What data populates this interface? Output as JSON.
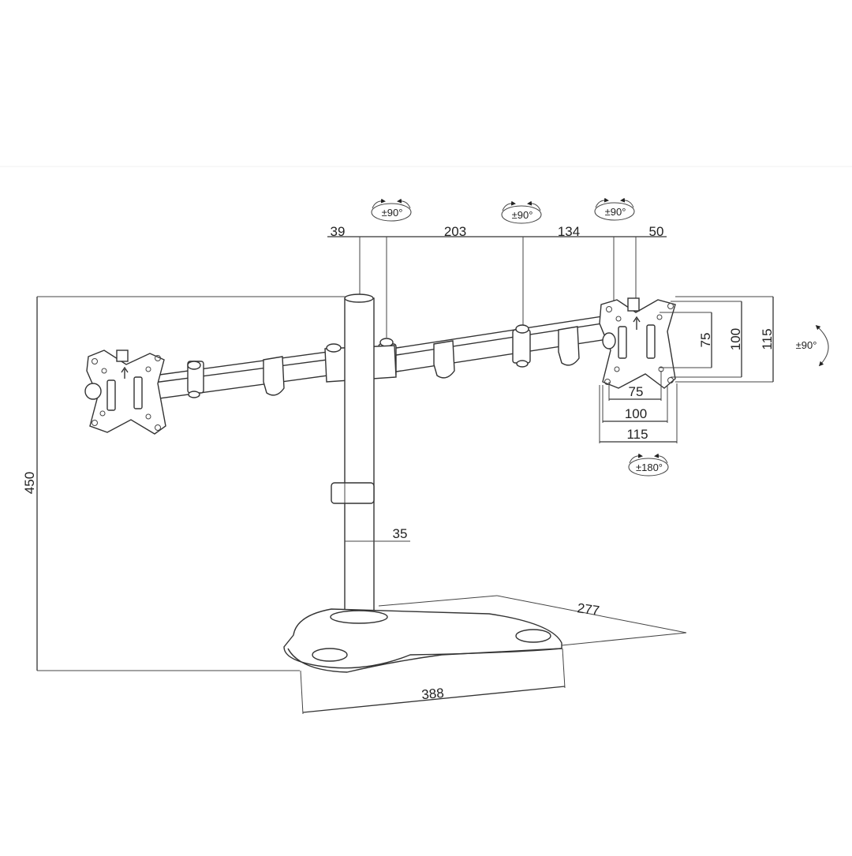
{
  "diagram": {
    "top_dimensions": {
      "d1": "39",
      "d2": "203",
      "d3": "134",
      "d4": "50"
    },
    "rotation_labels": {
      "joint_left": "±90°",
      "joint_middle": "±90°",
      "joint_right": "±90°",
      "tilt": "±90°",
      "spin": "±180°"
    },
    "height": "450",
    "pole_diameter": "35",
    "base_width": "388",
    "base_depth": "277",
    "vesa_horizontal": [
      "75",
      "100",
      "115"
    ],
    "vesa_vertical": [
      "75",
      "100",
      "115"
    ]
  }
}
